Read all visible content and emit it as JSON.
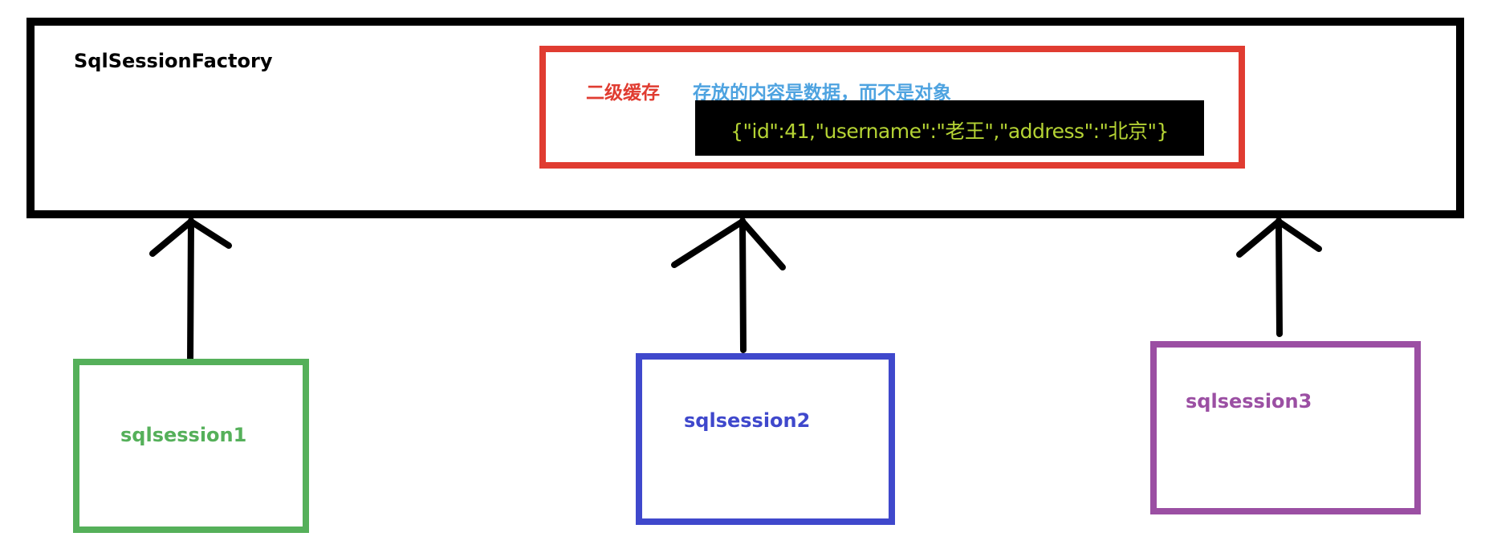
{
  "factory": {
    "title": "SqlSessionFactory"
  },
  "cache": {
    "label": "二级缓存",
    "description": "存放的内容是数据，而不是对象",
    "json_example": "{\"id\":41,\"username\":\"老王\",\"address\":\"北京\"}"
  },
  "sessions": [
    {
      "label": "sqlsession1",
      "color": "#55b05a"
    },
    {
      "label": "sqlsession2",
      "color": "#3f48cc"
    },
    {
      "label": "sqlsession3",
      "color": "#9b4fa3"
    }
  ],
  "colors": {
    "cache_border": "#e03c31",
    "cache_desc": "#4ea3e0",
    "json_text": "#b5d334"
  }
}
